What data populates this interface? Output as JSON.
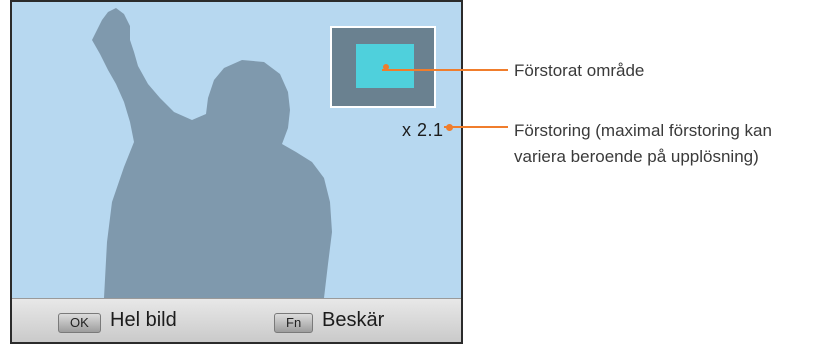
{
  "screen": {
    "zoom_level": "x 2.1",
    "buttons": [
      {
        "key": "OK",
        "label": "Hel bild"
      },
      {
        "key": "Fn",
        "label": "Beskär"
      }
    ]
  },
  "callouts": {
    "enlarged_area": "Förstorat område",
    "magnification_line1": "Förstoring (maximal förstoring kan",
    "magnification_line2": "variera beroende på upplösning)"
  },
  "colors": {
    "accent": "#f07d2c",
    "screen_bg": "#b7d8f0",
    "silhouette": "#7f99ad",
    "zoom_rect": "#4fd0dc"
  }
}
